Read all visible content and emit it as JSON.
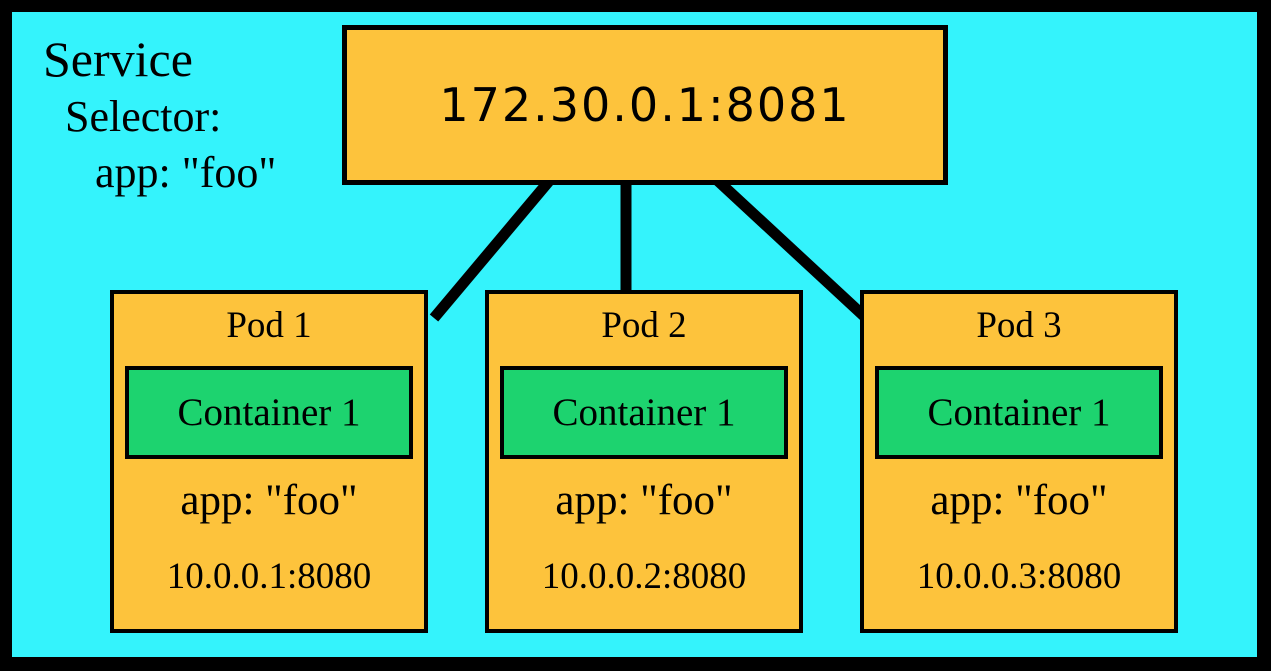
{
  "diagram": {
    "service": {
      "title": "Service",
      "selector_label": "Selector:",
      "selector_value": "app: \"foo\"",
      "endpoint": "172.30.0.1:8081"
    },
    "pods": [
      {
        "name": "Pod 1",
        "container": "Container 1",
        "label": "app: \"foo\"",
        "endpoint": "10.0.0.1:8080"
      },
      {
        "name": "Pod 2",
        "container": "Container 1",
        "label": "app: \"foo\"",
        "endpoint": "10.0.0.2:8080"
      },
      {
        "name": "Pod 3",
        "container": "Container 1",
        "label": "app: \"foo\"",
        "endpoint": "10.0.0.3:8080"
      }
    ],
    "colors": {
      "frame": "#000000",
      "background": "#34F3FC",
      "node_fill": "#FDC33C",
      "container_fill": "#1DD36F",
      "connector": "#000000"
    }
  }
}
